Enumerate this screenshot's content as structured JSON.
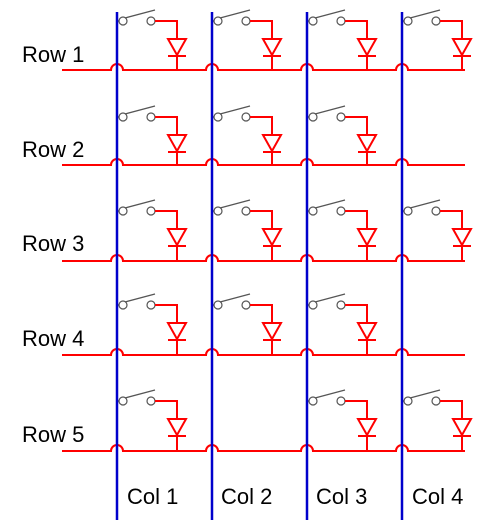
{
  "diagram": {
    "rows": [
      {
        "label": "Row 1",
        "switches": [
          true,
          true,
          true,
          true
        ]
      },
      {
        "label": "Row 2",
        "switches": [
          true,
          true,
          true,
          false
        ]
      },
      {
        "label": "Row 3",
        "switches": [
          true,
          true,
          true,
          true
        ]
      },
      {
        "label": "Row 4",
        "switches": [
          true,
          true,
          true,
          false
        ]
      },
      {
        "label": "Row 5",
        "switches": [
          true,
          false,
          true,
          true
        ]
      }
    ],
    "columns": [
      {
        "label": "Col 1"
      },
      {
        "label": "Col 2"
      },
      {
        "label": "Col 3"
      },
      {
        "label": "Col 4"
      }
    ],
    "colors": {
      "row_wire": "#ff0000",
      "column_wire": "#0000cc",
      "switch": "#555555",
      "text": "#000000"
    }
  }
}
